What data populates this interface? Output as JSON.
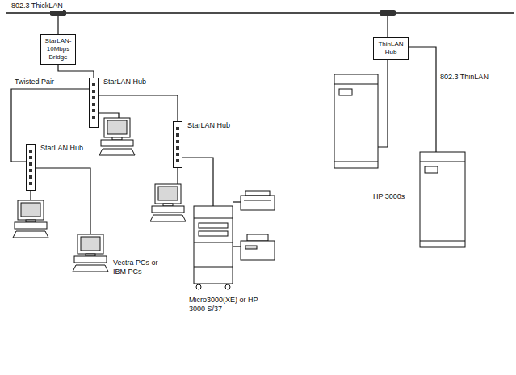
{
  "diagram": {
    "nodes": [
      {
        "text": [
          "StarLAN- 10Mbps Bridge"
        ]
      },
      {
        "text": [
          "StarLAN Hub"
        ]
      },
      {
        "text": [
          "StarLAN Hub"
        ]
      },
      {
        "text": [
          "StarLAN Hub"
        ]
      },
      {
        "text": [
          "ThinLAN Hub"
        ]
      }
    ],
    "edges": [
      {
        "from": 0,
        "to": 1,
        "arrow": "none"
      },
      {
        "from": 1,
        "to": 2,
        "arrow": "none",
        "label": "Twisted Pair"
      },
      {
        "from": 1,
        "to": 3,
        "arrow": "none"
      }
    ],
    "labels": [
      "802.3 ThickLAN",
      "802.3 ThinLAN",
      "HP 3000s",
      "Vectra PCs or IBM PCs",
      "Micro3000(XE) or HP 3000 S/37"
    ]
  }
}
